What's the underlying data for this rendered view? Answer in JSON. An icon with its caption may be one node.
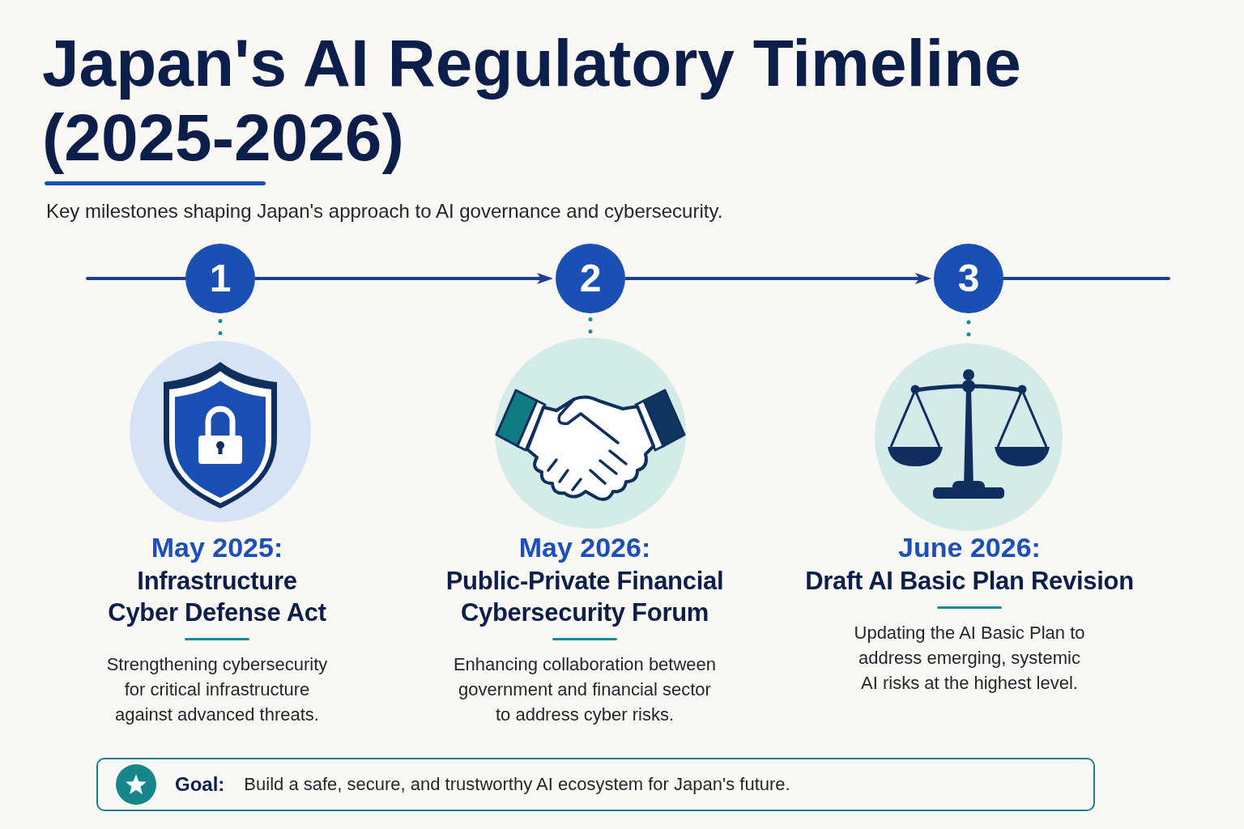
{
  "diagram": {
    "title": "Japan's AI Regulatory Timeline (2025-2026)",
    "nodes": [
      {
        "text": [
          "1"
        ]
      },
      {
        "text": [
          "2"
        ]
      },
      {
        "text": [
          "3"
        ]
      },
      {
        "text": [],
        "shape": "picture",
        "beside": [
          "May 2025:",
          "Infrastructure Cyber Defense Act",
          "Strengthening cybersecurity for critical infrastructure against advanced threats."
        ]
      },
      {
        "text": [],
        "shape": "picture",
        "beside": [
          "May 2026:",
          "Public-Private Financial Cybersecurity Forum",
          "Enhancing collaboration between government and financial sector to address cyber risks."
        ]
      },
      {
        "text": [],
        "shape": "picture",
        "beside": [
          "June 2026:",
          "Draft AI Basic Plan Revision",
          "Updating the AI Basic Plan to address emerging, systemic AI risks at the highest level."
        ]
      },
      {
        "text": [
          "Goal:",
          "Build a safe, secure, and trustworthy AI ecosystem for Japan's future."
        ]
      }
    ],
    "edges": [
      {
        "from": null,
        "to": 0,
        "arrow": "none"
      },
      {
        "from": 0,
        "to": 1,
        "arrow": "to"
      },
      {
        "from": 1,
        "to": 2,
        "arrow": "to"
      },
      {
        "from": 2,
        "to": null,
        "arrow": "none"
      },
      {
        "from": 0,
        "to": 3,
        "arrow": "none",
        "style": "dashed",
        "color": "#1a8a9a"
      },
      {
        "from": 1,
        "to": 4,
        "arrow": "none",
        "style": "dashed",
        "color": "#1a8a9a"
      },
      {
        "from": 2,
        "to": 5,
        "arrow": "none",
        "style": "dashed",
        "color": "#1a8a9a"
      }
    ],
    "labels": [
      "Key milestones shaping Japan's approach to AI governance and cybersecurity."
    ]
  }
}
